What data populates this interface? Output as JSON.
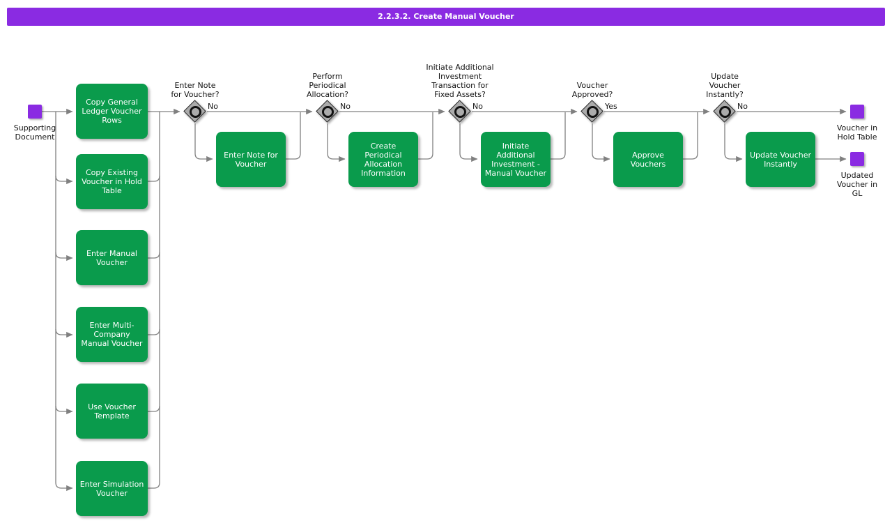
{
  "title": "2.2.3.2. Create Manual Voucher",
  "colors": {
    "title_bar": "#8A2BE2",
    "activity_green": "#0A9B4C",
    "event_purple": "#8A2BE2",
    "connector_gray": "#808080",
    "diamond_gray": "#ABABAB"
  },
  "start": {
    "label": "Supporting\nDocument"
  },
  "activities": [
    {
      "label": "Copy General Ledger Voucher Rows"
    },
    {
      "label": "Copy Existing Voucher in Hold Table"
    },
    {
      "label": "Enter Manual Voucher"
    },
    {
      "label": "Enter Multi-Company Manual Voucher"
    },
    {
      "label": "Use Voucher Template"
    },
    {
      "label": "Enter Simulation Voucher"
    }
  ],
  "decisions": [
    {
      "question": "Enter Note\nfor Voucher?",
      "branch": "No"
    },
    {
      "question": "Perform\nPeriodical\nAllocation?",
      "branch": "No"
    },
    {
      "question": "Initiate Additional\nInvestment\nTransaction for\nFixed Assets?",
      "branch": "No"
    },
    {
      "question": "Voucher\nApproved?",
      "branch": "Yes"
    },
    {
      "question": "Update\nVoucher\nInstantly?",
      "branch": "No"
    }
  ],
  "actions": [
    {
      "label": "Enter Note for Voucher"
    },
    {
      "label": "Create Periodical Allocation Information"
    },
    {
      "label": "Initiate Additional Investment - Manual Voucher"
    },
    {
      "label": "Approve Vouchers"
    },
    {
      "label": "Update Voucher Instantly"
    }
  ],
  "ends": [
    {
      "label": "Voucher in\nHold Table"
    },
    {
      "label": "Updated\nVoucher in\nGL"
    }
  ]
}
